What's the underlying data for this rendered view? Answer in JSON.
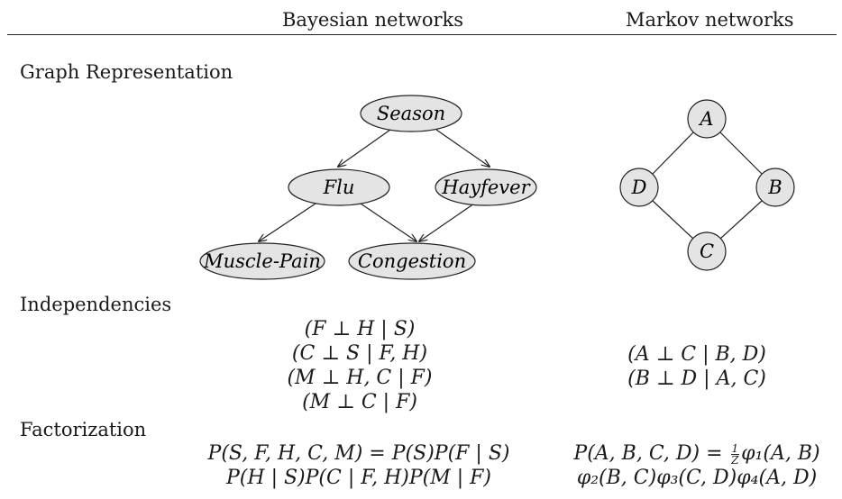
{
  "columns": {
    "bayesian": "Bayesian networks",
    "markov": "Markov networks"
  },
  "sections": {
    "graph": "Graph Representation",
    "independencies": "Independencies",
    "factorization": "Factorization"
  },
  "bayes_graph": {
    "nodes": [
      "Season",
      "Flu",
      "Hayfever",
      "Muscle-Pain",
      "Congestion"
    ]
  },
  "markov_graph": {
    "nodes": [
      "A",
      "B",
      "C",
      "D"
    ]
  },
  "bayes_independencies": [
    "(F ⊥ H | S)",
    "(C ⊥ S | F, H)",
    "(M ⊥ H, C | F)",
    "(M ⊥ C | F)"
  ],
  "markov_independencies": [
    "(A ⊥ C | B, D)",
    "(B ⊥ D | A, C)"
  ],
  "bayes_factorization": [
    "P(S, F, H, C, M) = P(S)P(F | S)",
    "P(H | S)P(C | F, H)P(M | F)"
  ],
  "markov_factorization": {
    "line1_prefix": "P(A, B, C, D) =",
    "frac_num": "1",
    "frac_den": "Z",
    "line1_suffix": "φ₁(A, B)",
    "line2": "φ₂(B, C)φ₃(C, D)φ₄(A, D)"
  }
}
